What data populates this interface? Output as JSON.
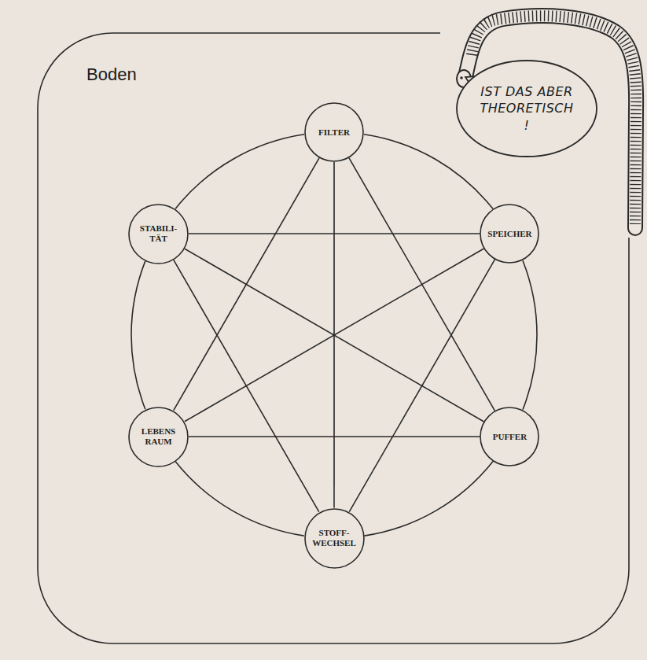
{
  "diagram": {
    "nodes": [
      {
        "text": [
          "Boden"
        ]
      },
      {
        "text": [
          "FILTER"
        ],
        "in": 0
      },
      {
        "text": [
          "STABILI- TÄT"
        ],
        "in": 0
      },
      {
        "text": [
          "SPEICHER"
        ],
        "in": 0
      },
      {
        "text": [
          "LEBENS RAUM"
        ],
        "in": 0
      },
      {
        "text": [
          "PUFFER"
        ],
        "in": 0
      },
      {
        "text": [
          "STOFF- WECHSEL"
        ],
        "in": 0
      },
      {
        "text": [
          "IST DAS ABER THEORETISCH !"
        ],
        "in": 0
      }
    ],
    "edges": [
      {
        "from": 1,
        "to": 3,
        "arrow": "none"
      },
      {
        "from": 3,
        "to": 5,
        "arrow": "none"
      },
      {
        "from": 5,
        "to": 6,
        "arrow": "none"
      },
      {
        "from": 6,
        "to": 4,
        "arrow": "none"
      },
      {
        "from": 4,
        "to": 2,
        "arrow": "none"
      },
      {
        "from": 2,
        "to": 1,
        "arrow": "none"
      },
      {
        "from": 2,
        "to": 3,
        "arrow": "none"
      },
      {
        "from": 4,
        "to": 5,
        "arrow": "none"
      },
      {
        "from": 1,
        "to": 6,
        "arrow": "none"
      },
      {
        "from": 1,
        "to": 4,
        "arrow": "none"
      },
      {
        "from": 1,
        "to": 5,
        "arrow": "none"
      },
      {
        "from": 2,
        "to": 5,
        "arrow": "none"
      },
      {
        "from": 2,
        "to": 6,
        "arrow": "none"
      },
      {
        "from": 3,
        "to": 4,
        "arrow": "none"
      },
      {
        "from": 3,
        "to": 6,
        "arrow": "none"
      }
    ]
  }
}
